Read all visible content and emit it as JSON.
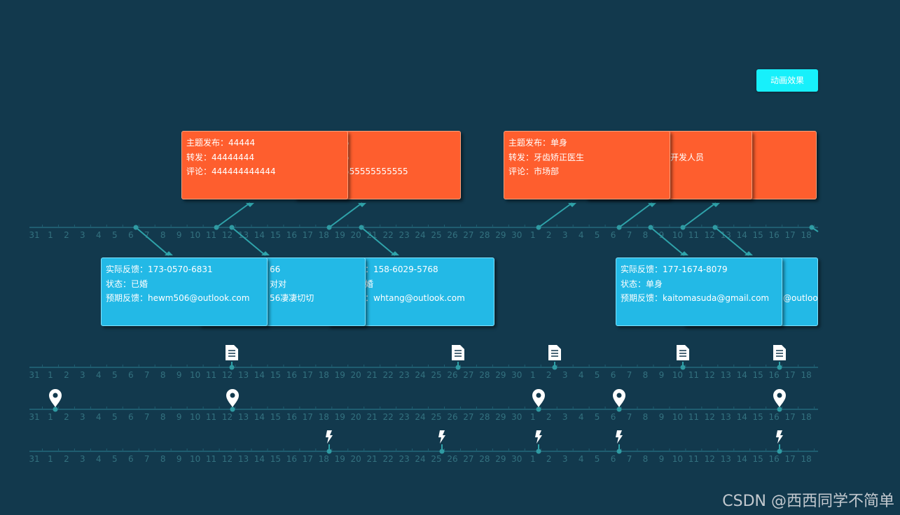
{
  "toolbar": {
    "animate_label": "动画效果"
  },
  "colors": {
    "background": "#12394d",
    "axis": "#1f5d70",
    "axis_label": "#33717f",
    "connector": "#2fa3aa",
    "node": "#2f9aa2",
    "orange_card": "#fe5e2e",
    "blue_card": "#23b9e6",
    "button": "#17f0fb"
  },
  "timeline_ticks": [
    "31",
    "1",
    "2",
    "3",
    "4",
    "5",
    "6",
    "7",
    "8",
    "9",
    "10",
    "11",
    "12",
    "13",
    "14",
    "15",
    "16",
    "17",
    "18",
    "19",
    "20",
    "21",
    "22",
    "23",
    "24",
    "25",
    "26",
    "27",
    "28",
    "29",
    "30",
    "1",
    "2",
    "3",
    "4",
    "5",
    "6",
    "7",
    "8",
    "9",
    "10",
    "11",
    "12",
    "13",
    "14",
    "15",
    "16",
    "17",
    "18"
  ],
  "orange_cards": [
    {
      "lines": [
        "5",
        "5",
        "555555555555"
      ]
    },
    {
      "lines": [
        "主题发布：44444",
        "转发：44444444",
        "评论：444444444444"
      ]
    },
    {
      "lines": [
        "",
        "",
        ""
      ]
    },
    {
      "lines": [
        "",
        "开发人员",
        ""
      ]
    },
    {
      "lines": [
        "主题发布：单身",
        "转发：牙齿矫正医生",
        "评论：市场部"
      ]
    }
  ],
  "blue_cards": [
    {
      "lines": [
        "：158-6029-5768",
        "婚",
        "：whtang@outlook.com"
      ]
    },
    {
      "lines": [
        "66",
        "对对",
        "56凄凄切切"
      ]
    },
    {
      "lines": [
        "实际反馈：173-0570-6831",
        "状态：已婚",
        "预期反馈：hewm506@outlook.com"
      ]
    },
    {
      "lines": [
        "",
        "",
        "@outlook."
      ]
    },
    {
      "lines": [
        "实际反馈：177-1674-8079",
        "状态：单身",
        "预期反馈：kaitomasuda@gmail.com"
      ]
    }
  ],
  "icon_rows": [
    {
      "icon": "document-icon"
    },
    {
      "icon": "map-pin-icon"
    },
    {
      "icon": "lightning-icon"
    }
  ],
  "watermark": "CSDN @西西同学不简单"
}
